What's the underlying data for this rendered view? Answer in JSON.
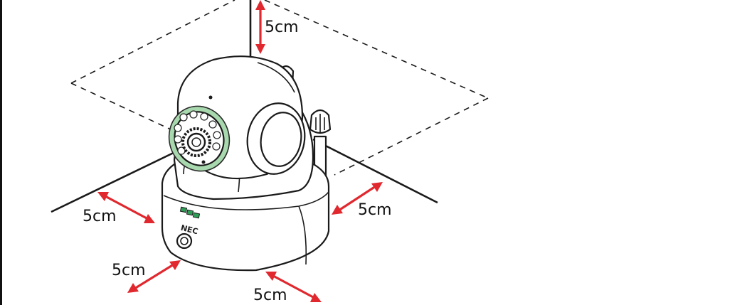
{
  "diagram": {
    "clearance_labels": {
      "top": "5cm",
      "back_right": "5cm",
      "back_left": "5cm",
      "front_left": "5cm",
      "front_right": "5cm"
    },
    "camera_brand": "NEC",
    "colors": {
      "arrow": "#e0282e",
      "lens_ring": "#a8d8ad",
      "status_led": "#2f9e57",
      "line": "#1a1a1a"
    }
  }
}
